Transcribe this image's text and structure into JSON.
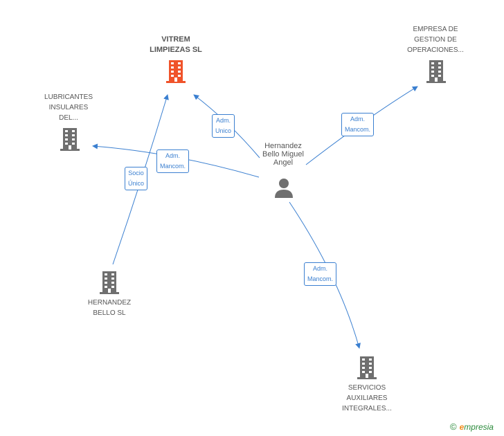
{
  "nodes": {
    "vitrem": {
      "lines": [
        "VITREM",
        "LIMPIEZAS SL"
      ]
    },
    "empresa_gestion": {
      "lines": [
        "EMPRESA DE",
        "GESTION DE",
        "OPERACIONES..."
      ]
    },
    "lubricantes": {
      "lines": [
        "LUBRICANTES",
        "INSULARES",
        "DEL..."
      ]
    },
    "hernandez_bello_sl": {
      "lines": [
        "HERNANDEZ",
        "BELLO SL"
      ]
    },
    "servicios": {
      "lines": [
        "SERVICIOS",
        "AUXILIARES",
        "INTEGRALES..."
      ]
    },
    "person": {
      "lines": [
        "Hernandez",
        "Bello Miguel",
        "Angel"
      ]
    }
  },
  "edges": {
    "to_vitrem": {
      "lines": [
        "Adm.",
        "Unico"
      ]
    },
    "to_empresa": {
      "lines": [
        "Adm.",
        "Mancom."
      ]
    },
    "to_lubricantes": {
      "lines": [
        "Adm.",
        "Mancom."
      ]
    },
    "socio": {
      "lines": [
        "Socio",
        "Único"
      ]
    },
    "to_servicios": {
      "lines": [
        "Adm.",
        "Mancom."
      ]
    }
  },
  "colors": {
    "highlight_building": "#f0532a",
    "building": "#6f6f6f",
    "edge": "#3a7fd0",
    "person": "#6f6f6f"
  },
  "brand": {
    "copyright": "©",
    "name_first": "e",
    "name_rest": "mpresia"
  }
}
